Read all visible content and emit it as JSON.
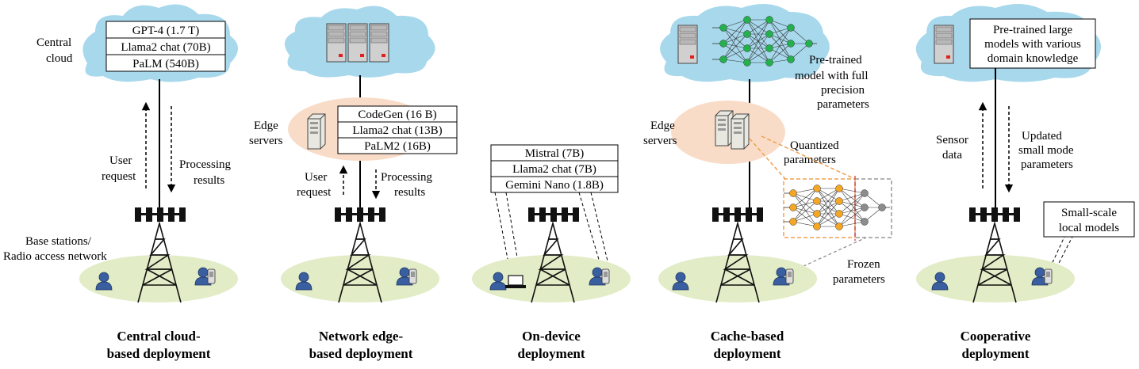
{
  "colors": {
    "cloud": "#a8d8ec",
    "edge": "#f9dcc8",
    "ground": "#e2ecc6",
    "tower": "#000000",
    "node_green": "#22b14c",
    "node_orange": "#f5a623",
    "node_gray": "#8c8c8c",
    "quant_box": "#f0a050",
    "frozen_box": "#999999",
    "divider_red": "#e05050",
    "user_blue": "#3a5fa0"
  },
  "icons": [
    "server-icon",
    "user-icon",
    "phone-user-icon",
    "laptop-icon",
    "cell-tower-icon",
    "antenna-icon",
    "neural-network-icon"
  ],
  "panels": [
    {
      "title": [
        "Central cloud-",
        "based deployment"
      ],
      "labels": {
        "cloud": [
          "Central",
          "cloud"
        ],
        "request": [
          "User",
          "request"
        ],
        "results": [
          "Processing",
          "results"
        ],
        "base": [
          "Base stations/",
          "Radio access network"
        ]
      },
      "models": [
        "GPT-4 (1.7 T)",
        "Llama2 chat (70B)",
        "PaLM (540B)"
      ]
    },
    {
      "title": [
        "Network edge-",
        "based deployment"
      ],
      "labels": {
        "edge": [
          "Edge",
          "servers"
        ],
        "request": [
          "User",
          "request"
        ],
        "results": [
          "Processing",
          "results"
        ]
      },
      "models": [
        "CodeGen (16 B)",
        "Llama2 chat (13B)",
        "PaLM2 (16B)"
      ]
    },
    {
      "title": [
        "On-device",
        "deployment"
      ],
      "models": [
        "Mistral (7B)",
        "Llama2 chat (7B)",
        "Gemini Nano (1.8B)"
      ]
    },
    {
      "title": [
        "Cache-based",
        "deployment"
      ],
      "labels": {
        "edge": [
          "Edge",
          "servers"
        ],
        "pretrained": [
          "Pre-trained",
          "model with full",
          "precision",
          "parameters"
        ],
        "quantized": [
          "Quantized",
          "parameters"
        ],
        "frozen": [
          "Frozen",
          "parameters"
        ]
      }
    },
    {
      "title": [
        "Cooperative",
        "deployment"
      ],
      "labels": {
        "cloud_box": [
          "Pre-trained large",
          "models with various",
          "domain knowledge"
        ],
        "sensor": [
          "Sensor",
          "data"
        ],
        "updated": [
          "Updated",
          "small mode",
          "parameters"
        ],
        "local": [
          "Small-scale",
          "local models"
        ]
      }
    }
  ]
}
